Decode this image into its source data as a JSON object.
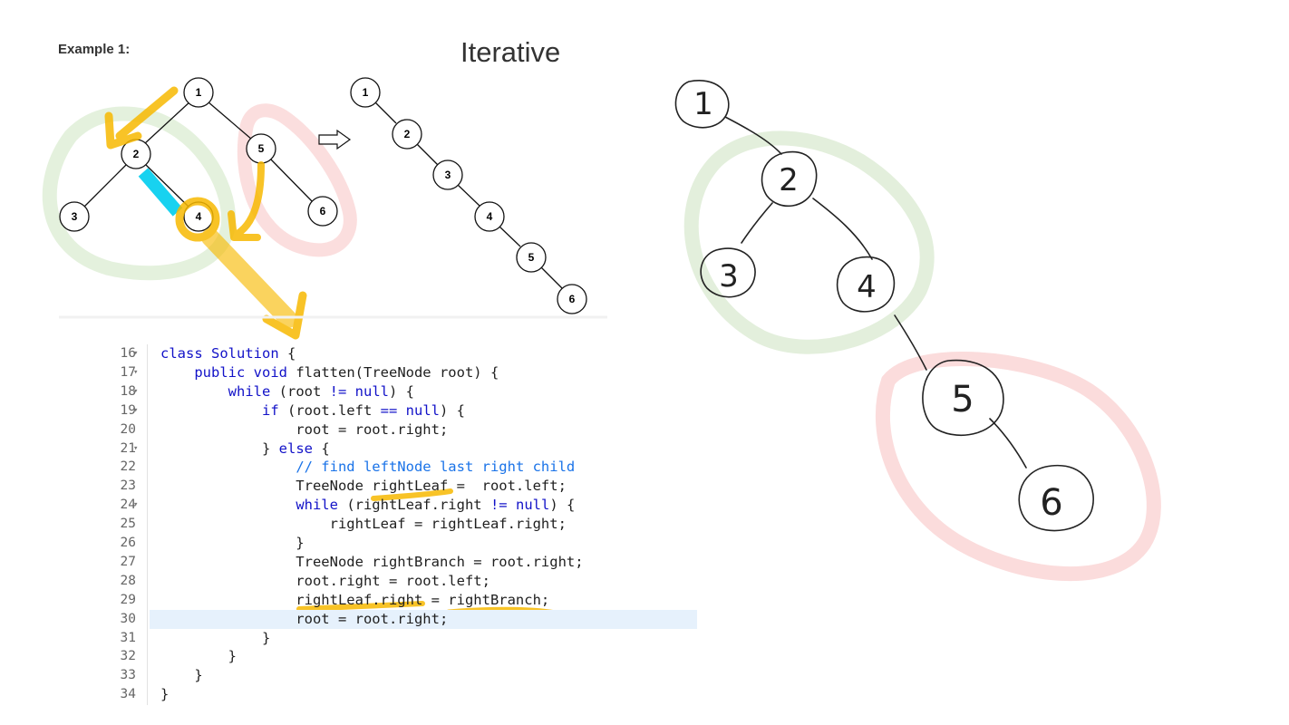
{
  "header": {
    "example_label": "Example 1:",
    "title": "Iterative"
  },
  "diagram": {
    "original_tree": {
      "nodes": [
        {
          "label": "1"
        },
        {
          "label": "2"
        },
        {
          "label": "5"
        },
        {
          "label": "3"
        },
        {
          "label": "4"
        },
        {
          "label": "6"
        }
      ],
      "edges": [
        [
          "1",
          "2"
        ],
        [
          "1",
          "5"
        ],
        [
          "2",
          "3"
        ],
        [
          "2",
          "4"
        ],
        [
          "5",
          "6"
        ]
      ]
    },
    "flattened_tree": {
      "nodes": [
        {
          "label": "1"
        },
        {
          "label": "2"
        },
        {
          "label": "3"
        },
        {
          "label": "4"
        },
        {
          "label": "5"
        },
        {
          "label": "6"
        }
      ]
    },
    "handdrawn_tree": {
      "nodes": [
        {
          "label": "1"
        },
        {
          "label": "2"
        },
        {
          "label": "3"
        },
        {
          "label": "4"
        },
        {
          "label": "5"
        },
        {
          "label": "6"
        }
      ]
    }
  },
  "colors": {
    "node_stroke": "#111111",
    "highlight_yellow": "#f7b900",
    "highlight_cyan": "#18d2f0",
    "green_circle": "#dfeed7",
    "red_circle": "#fbdada",
    "code_keyword": "#1212c8",
    "code_comment": "#1a73e8",
    "active_line_bg": "#e6f1fc"
  },
  "code": {
    "lines": [
      {
        "n": "16",
        "fold": true,
        "text": "class Solution {"
      },
      {
        "n": "17",
        "fold": true,
        "text": "    public void flatten(TreeNode root) {"
      },
      {
        "n": "18",
        "fold": true,
        "text": "        while (root != null) {"
      },
      {
        "n": "19",
        "fold": true,
        "text": "            if (root.left == null) {"
      },
      {
        "n": "20",
        "fold": false,
        "text": "                root = root.right;"
      },
      {
        "n": "21",
        "fold": true,
        "text": "            } else {"
      },
      {
        "n": "22",
        "fold": false,
        "text": "                // find leftNode last right child"
      },
      {
        "n": "23",
        "fold": false,
        "text": "                TreeNode rightLeaf =  root.left;"
      },
      {
        "n": "24",
        "fold": true,
        "text": "                while (rightLeaf.right != null) {"
      },
      {
        "n": "25",
        "fold": false,
        "text": "                    rightLeaf = rightLeaf.right;"
      },
      {
        "n": "26",
        "fold": false,
        "text": "                }"
      },
      {
        "n": "27",
        "fold": false,
        "text": "                TreeNode rightBranch = root.right;"
      },
      {
        "n": "28",
        "fold": false,
        "text": "                root.right = root.left;"
      },
      {
        "n": "29",
        "fold": false,
        "text": "                rightLeaf.right = rightBranch;"
      },
      {
        "n": "30",
        "fold": false,
        "text": "                root = root.right;",
        "highlight": true
      },
      {
        "n": "31",
        "fold": false,
        "text": "            }"
      },
      {
        "n": "32",
        "fold": false,
        "text": "        }"
      },
      {
        "n": "33",
        "fold": false,
        "text": "    }"
      },
      {
        "n": "34",
        "fold": false,
        "text": "}"
      }
    ]
  }
}
